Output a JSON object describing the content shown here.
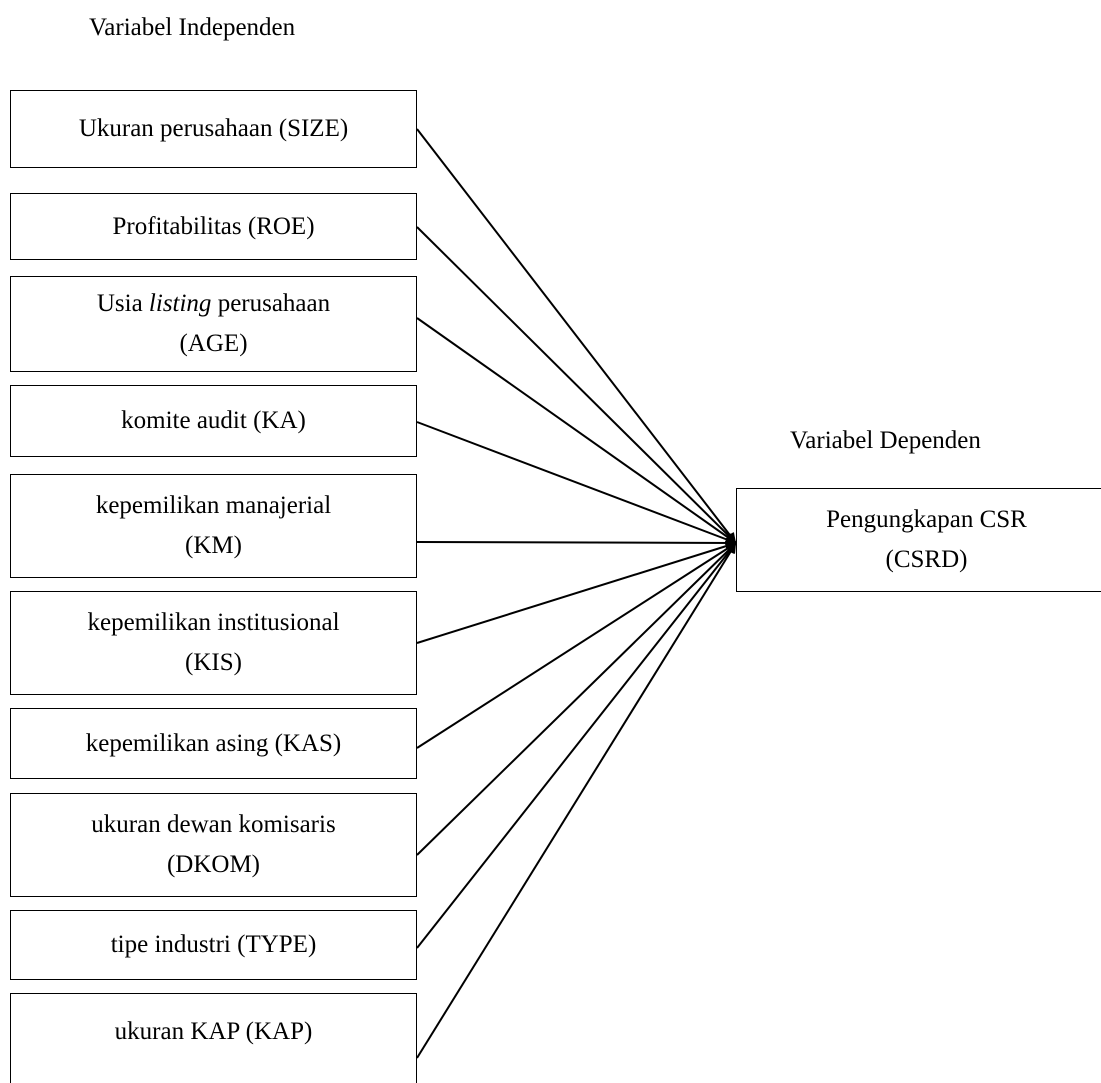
{
  "labels": {
    "independent": "Variabel Independen",
    "dependent": "Variabel Dependen"
  },
  "independent_variables": [
    {
      "line1": "Ukuran perusahaan (SIZE)",
      "line2": ""
    },
    {
      "line1": "Profitabilitas (ROE)",
      "line2": ""
    },
    {
      "line1_pre": "Usia ",
      "line1_italic": "listing",
      "line1_post": " perusahaan",
      "line2": "(AGE)"
    },
    {
      "line1": "komite audit (KA)",
      "line2": ""
    },
    {
      "line1": "kepemilikan manajerial",
      "line2": "(KM)"
    },
    {
      "line1": "kepemilikan institusional",
      "line2": "(KIS)"
    },
    {
      "line1": "kepemilikan asing (KAS)",
      "line2": ""
    },
    {
      "line1": "ukuran dewan komisaris",
      "line2": "(DKOM)"
    },
    {
      "line1": "tipe industri (TYPE)",
      "line2": ""
    },
    {
      "line1": "ukuran KAP (KAP)",
      "line2": ""
    }
  ],
  "dependent_variable": {
    "line1": "Pengungkapan CSR",
    "line2": "(CSRD)"
  }
}
